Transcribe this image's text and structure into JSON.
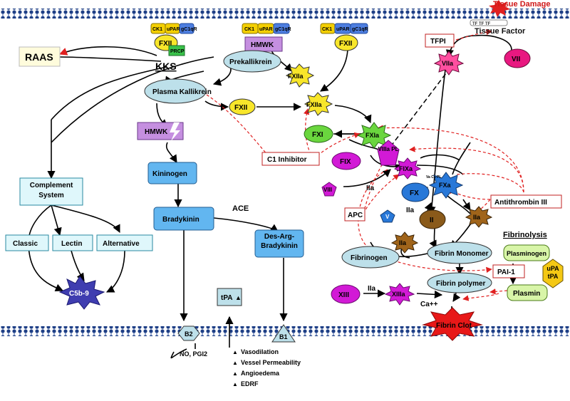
{
  "top_label": "Tissue Damage",
  "tissue_factor_label": "Tissue Factor",
  "tf_marks": "TF TF TF",
  "receptor_labels": {
    "ck1": "CK1",
    "upar": "uPAR",
    "gc1qr": "gC1qR"
  },
  "prcp_label": "PRCP",
  "raas_label": "RAAS",
  "kks_label": "KKS",
  "fxii_label": "FXII",
  "fxiia_label": "FXIIa",
  "hmwk_label": "HMWK",
  "prekallikrein_label": "Prekallikrein",
  "plasma_kallikrein_label": "Plasma Kallikrein",
  "fxi_label": "FXI",
  "fxia_label": "FXIa",
  "c1_inhibitor_label": "C1 Inhibitor",
  "fix_label": "FIX",
  "fixa_label": "FIXa",
  "viiia_pl_label": "VIIIa PL",
  "viii_label": "VIII",
  "iia_label": "IIa",
  "fx_label": "FX",
  "fxa_label": "FXa",
  "fxa_inner_label": "Va Ca PL",
  "apc_label": "APC",
  "v_label": "V",
  "ii_label": "II",
  "antithrombin_label": "Antithrombin III",
  "tfpi_label": "TFPI",
  "viia_label": "VIIa",
  "vii_label": "VII",
  "kininogen_label": "Kininogen",
  "ace_label": "ACE",
  "bradykinin_label": "Bradykinin",
  "des_arg_bradykinin_label": "Des-Arg-Bradykinin",
  "complement_label": "Complement System",
  "classic_label": "Classic",
  "lectin_label": "Lectin",
  "alternative_label": "Alternative",
  "c5b9_label": "C5b-9",
  "tpa_arrow_label": "tPA",
  "b2_label": "B2",
  "b1_label": "B1",
  "no_pgi_label": "NO, PGI2",
  "effects": [
    "Vasodilation",
    "Vessel Permeability",
    "Angioedema",
    "EDRF"
  ],
  "fibrinogen_label": "Fibrinogen",
  "fibrin_monomer_label": "Fibrin Monomer",
  "fibrin_polymer_label": "Fibrin polymer",
  "fibrinolysis_label": "Fibrinolysis",
  "plasminogen_label": "Plasminogen",
  "pai1_label": "PAI-1",
  "upa_tpa_label": "uPA tPA",
  "plasmin_label": "Plasmin",
  "xiii_label": "XIII",
  "xiiia_label": "XIIIa",
  "ca_label": "Ca++",
  "fibrin_clot_label": "Fibrin Clot"
}
